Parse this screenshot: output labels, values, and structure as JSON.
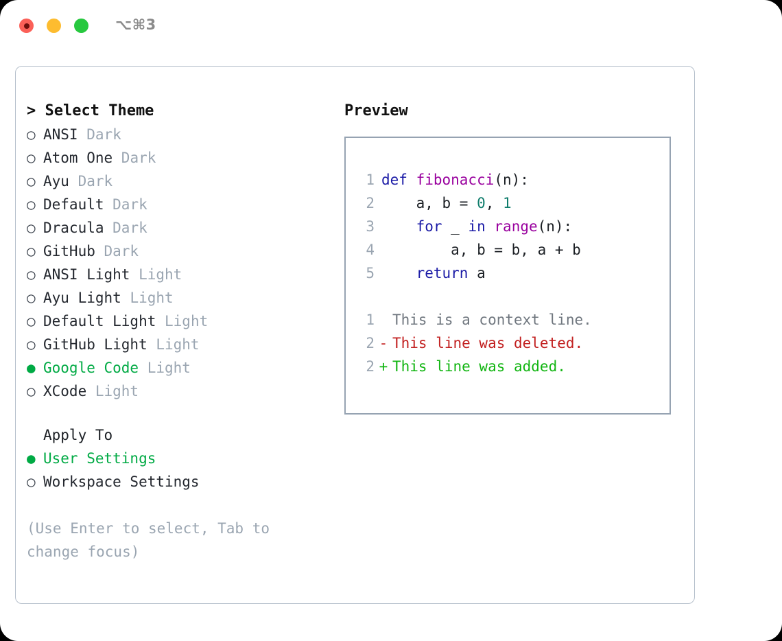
{
  "window": {
    "shortcut": "⌥⌘3",
    "traffic_lights": {
      "close_color": "#fb6058",
      "minimize_color": "#fdbc2f",
      "maximize_color": "#27c83f"
    }
  },
  "theme_panel": {
    "title": "> Select Theme",
    "selected_marker": "●",
    "unselected_marker": "○",
    "accent_color": "#00aa44",
    "items": [
      {
        "name": "ANSI",
        "variant": "Dark",
        "selected": false
      },
      {
        "name": "Atom One",
        "variant": "Dark",
        "selected": false
      },
      {
        "name": "Ayu",
        "variant": "Dark",
        "selected": false
      },
      {
        "name": "Default",
        "variant": "Dark",
        "selected": false
      },
      {
        "name": "Dracula",
        "variant": "Dark",
        "selected": false
      },
      {
        "name": "GitHub",
        "variant": "Dark",
        "selected": false
      },
      {
        "name": "ANSI Light",
        "variant": "Light",
        "selected": false
      },
      {
        "name": "Ayu Light",
        "variant": "Light",
        "selected": false
      },
      {
        "name": "Default Light",
        "variant": "Light",
        "selected": false
      },
      {
        "name": "GitHub Light",
        "variant": "Light",
        "selected": false
      },
      {
        "name": "Google Code",
        "variant": "Light",
        "selected": true
      },
      {
        "name": "XCode",
        "variant": "Light",
        "selected": false
      }
    ]
  },
  "apply_to": {
    "title": "Apply To",
    "options": [
      {
        "label": "User Settings",
        "selected": true
      },
      {
        "label": "Workspace Settings",
        "selected": false
      }
    ]
  },
  "hint": "(Use Enter to select, Tab to change focus)",
  "preview": {
    "title": "Preview",
    "code_lines": [
      {
        "number": "1",
        "tokens": [
          {
            "text": "def ",
            "type": "kw"
          },
          {
            "text": "fibonacci",
            "type": "fn"
          },
          {
            "text": "(n):",
            "type": "plain"
          }
        ]
      },
      {
        "number": "2",
        "tokens": [
          {
            "text": "    a, b = ",
            "type": "plain"
          },
          {
            "text": "0",
            "type": "num"
          },
          {
            "text": ", ",
            "type": "plain"
          },
          {
            "text": "1",
            "type": "num"
          }
        ]
      },
      {
        "number": "3",
        "tokens": [
          {
            "text": "    ",
            "type": "plain"
          },
          {
            "text": "for",
            "type": "kw"
          },
          {
            "text": " _ ",
            "type": "plain"
          },
          {
            "text": "in",
            "type": "kw"
          },
          {
            "text": " ",
            "type": "plain"
          },
          {
            "text": "range",
            "type": "fn"
          },
          {
            "text": "(n):",
            "type": "plain"
          }
        ]
      },
      {
        "number": "4",
        "tokens": [
          {
            "text": "        a, b = b, a + b",
            "type": "plain"
          }
        ]
      },
      {
        "number": "5",
        "tokens": [
          {
            "text": "    ",
            "type": "plain"
          },
          {
            "text": "return",
            "type": "kw"
          },
          {
            "text": " a",
            "type": "plain"
          }
        ]
      }
    ],
    "diff_lines": [
      {
        "number": "1",
        "sign": " ",
        "text": "This is a context line.",
        "kind": "context"
      },
      {
        "number": "2",
        "sign": "-",
        "text": "This line was deleted.",
        "kind": "del"
      },
      {
        "number": "2",
        "sign": "+",
        "text": "This line was added.",
        "kind": "add"
      }
    ],
    "syntax_colors": {
      "keyword": "#1a1aa6",
      "function": "#99009e",
      "number": "#0e7c6b",
      "plain": "#1b1f24",
      "lineno": "#9aa5b1",
      "diff_context": "#70777f",
      "diff_deleted": "#c22020",
      "diff_added": "#11b511"
    }
  }
}
